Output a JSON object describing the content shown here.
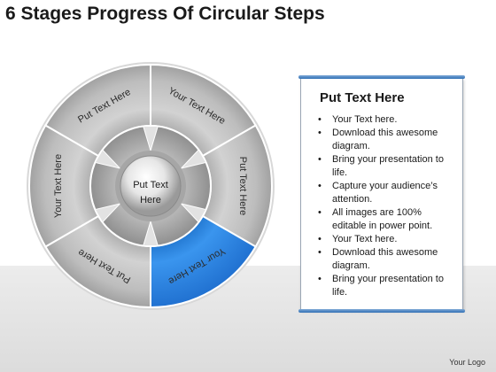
{
  "title": "6 Stages Progress Of Circular Steps",
  "diagram": {
    "center_label_line1": "Put Text",
    "center_label_line2": "Here",
    "segments": [
      {
        "label": "Your Text Here",
        "active": false
      },
      {
        "label": "Put Text Here",
        "active": false
      },
      {
        "label": "Your Text Here",
        "active": true
      },
      {
        "label": "Put Text Here",
        "active": false
      },
      {
        "label": "Your Text Here",
        "active": false
      },
      {
        "label": "Put Text Here",
        "active": false
      }
    ]
  },
  "panel": {
    "heading": "Put Text Here",
    "bullets": [
      "Your Text here.",
      "Download this awesome diagram.",
      "Bring your presentation to life.",
      "Capture your audience’s attention.",
      "All images are 100% editable in power point.",
      "Your Text here.",
      "Download this awesome diagram.",
      "Bring your presentation to life."
    ]
  },
  "footer": {
    "logo_text": "Your Logo"
  },
  "colors": {
    "segment_gray": "#b9b9b9",
    "segment_active": "#2a86e0",
    "accent_bar": "#2f6fb5"
  }
}
